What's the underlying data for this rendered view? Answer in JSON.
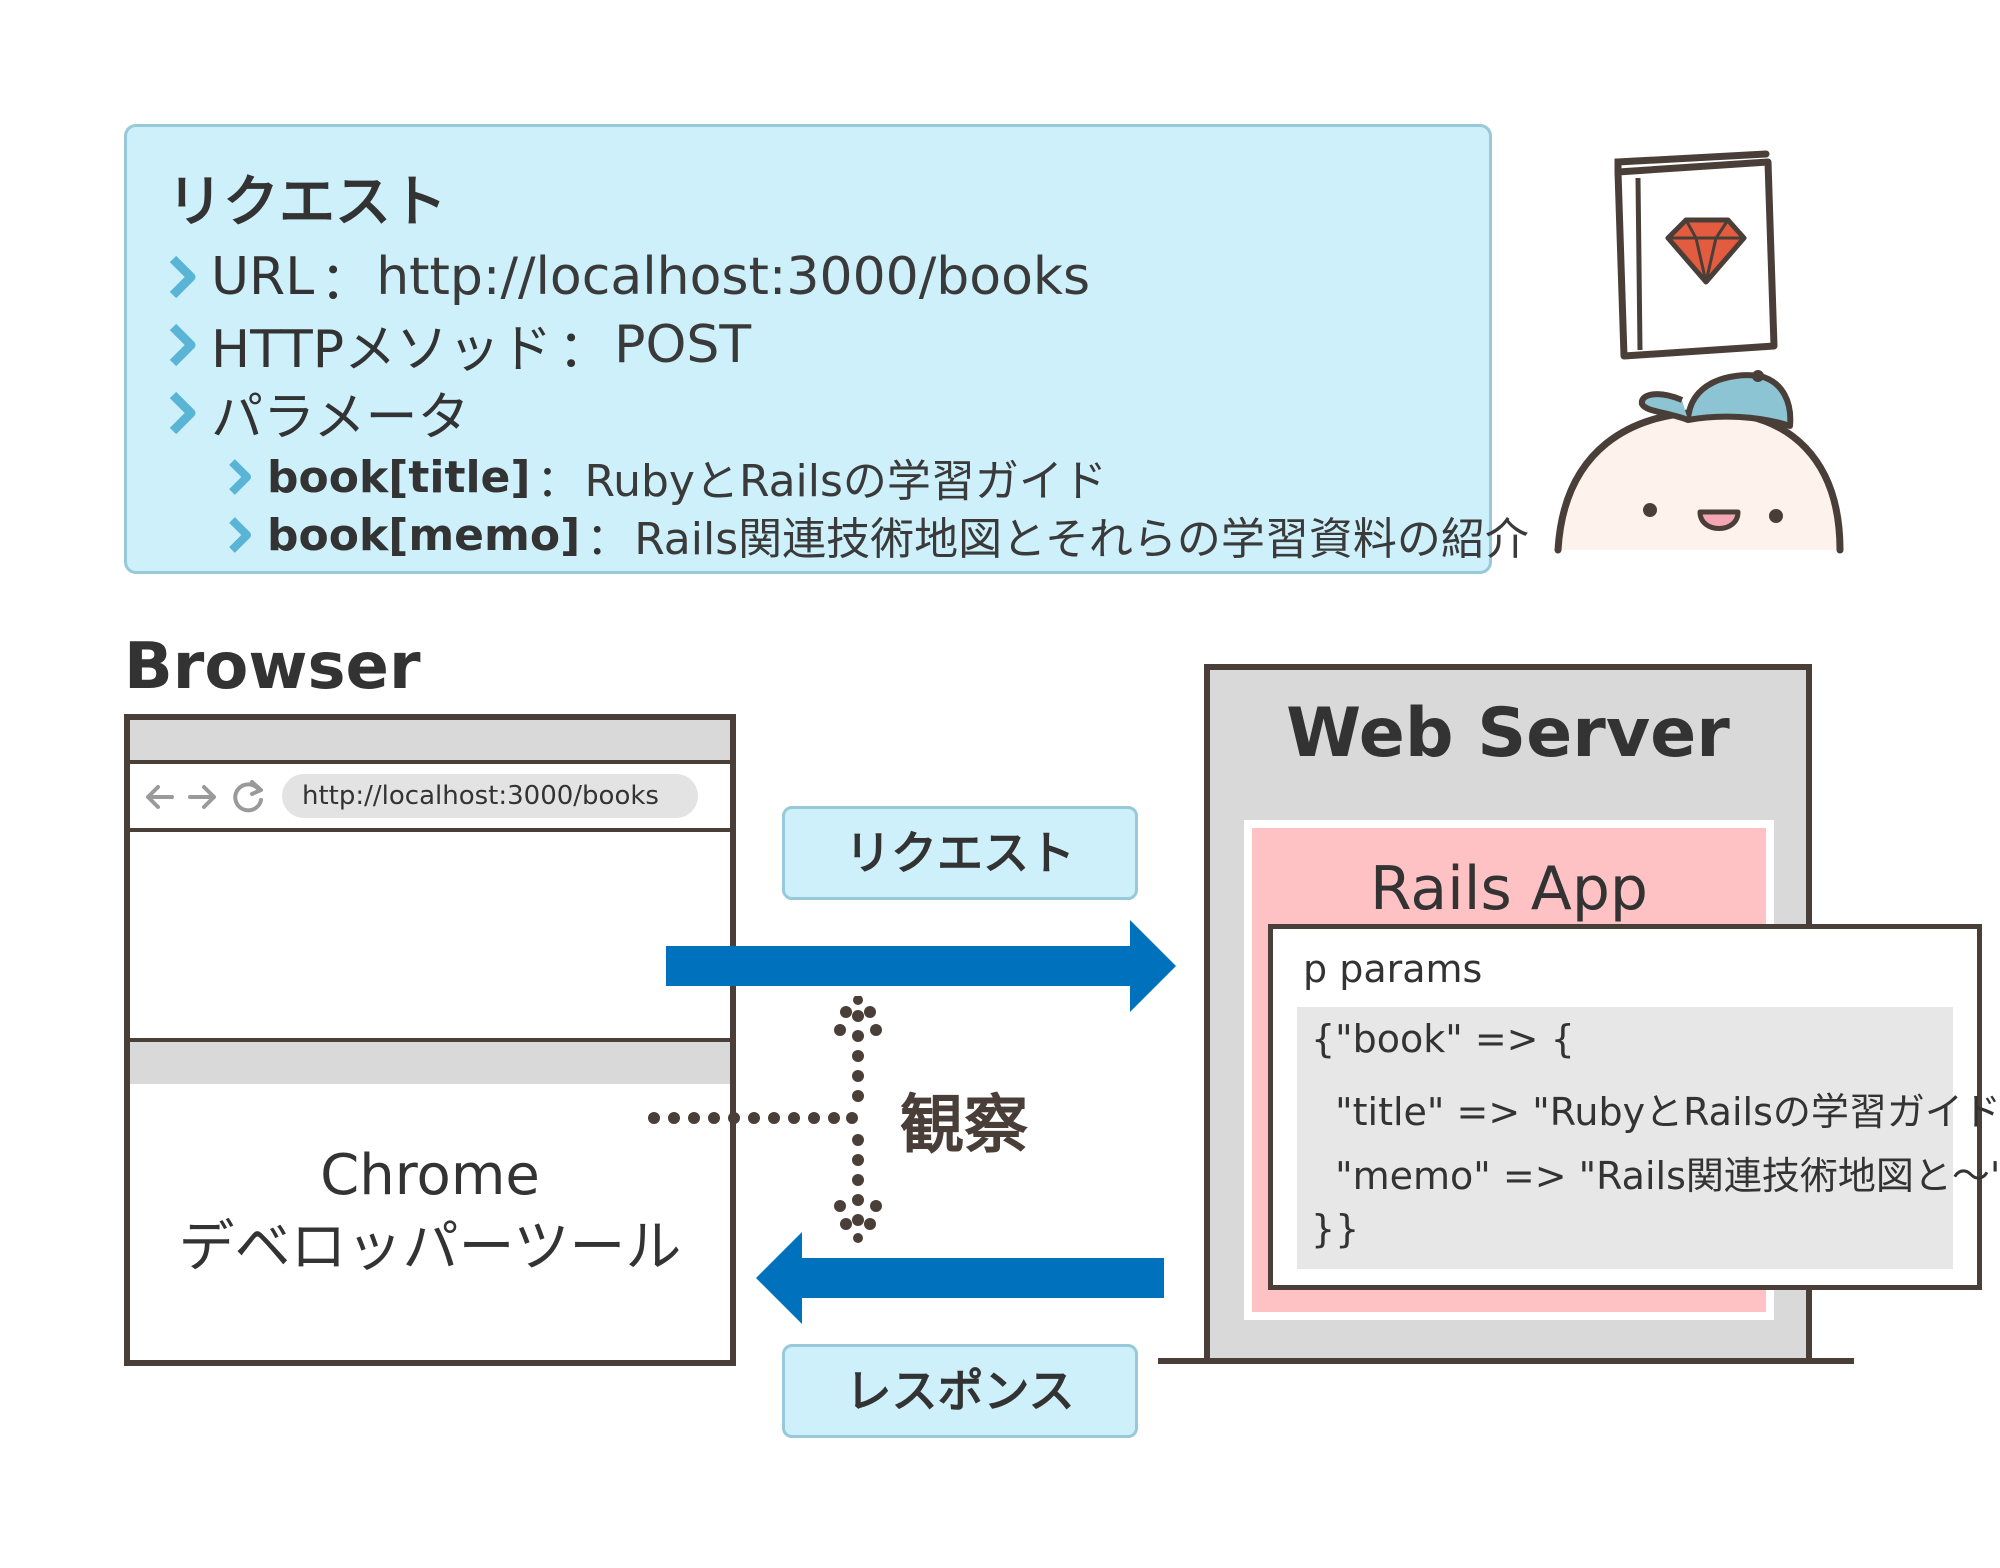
{
  "request_box": {
    "title": "リクエスト",
    "items": [
      {
        "key": "URL",
        "sep": "：",
        "value": "http://localhost:3000/books"
      },
      {
        "key": "HTTPメソッド",
        "sep": "：",
        "value": "POST"
      },
      {
        "key": "パラメータ",
        "sep": "",
        "value": ""
      }
    ],
    "params": [
      {
        "key": "book[title]",
        "sep": "：",
        "value": "RubyとRailsの学習ガイド"
      },
      {
        "key": "book[memo]",
        "sep": "：",
        "value": "Rails関連技術地図とそれらの学習資料の紹介"
      }
    ]
  },
  "browser": {
    "label": "Browser",
    "url": "http://localhost:3000/books",
    "devtools_line1": "Chrome",
    "devtools_line2": "デベロッパーツール"
  },
  "flow": {
    "request_label": "リクエスト",
    "response_label": "レスポンス",
    "observe_label": "観察"
  },
  "server": {
    "title": "Web Server",
    "app_title": "Rails App",
    "console_command": "p params",
    "console_output": [
      "{\"book\" => {",
      "  \"title\" => \"RubyとRailsの学習ガイド\",",
      "  \"memo\" => \"Rails関連技術地図と～\"",
      "}}"
    ]
  },
  "colors": {
    "info_fill": "#cdf0fa",
    "info_border": "#98c9d8",
    "chevron": "#5ab4d6",
    "arrow": "#0071bc",
    "outline": "#4a3f38",
    "rails_fill": "#ffc2c4",
    "gray": "#d9d9d9"
  }
}
